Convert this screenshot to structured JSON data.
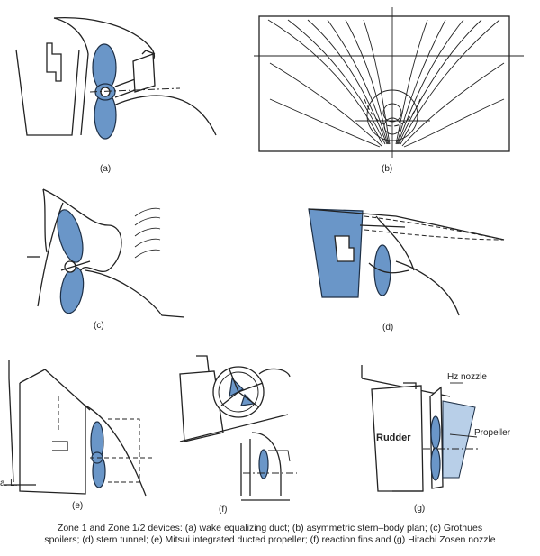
{
  "figure": {
    "panels": [
      {
        "id": "a",
        "label": "(a)"
      },
      {
        "id": "b",
        "label": "(b)"
      },
      {
        "id": "c",
        "label": "(c)"
      },
      {
        "id": "d",
        "label": "(d)"
      },
      {
        "id": "e",
        "label": "(e)"
      },
      {
        "id": "f",
        "label": "(f)"
      },
      {
        "id": "g",
        "label": "(g)"
      }
    ],
    "annotations": {
      "hz_nozzle": "Hz nozzle",
      "propeller": "Propeller",
      "rudder": "Rudder",
      "al": "a. L."
    },
    "caption": {
      "line1": "Zone 1 and Zone 1/2 devices: (a) wake equalizing duct; (b) asymmetric stern–body plan; (c) Grothues",
      "line2": "spoilers; (d) stern tunnel; (e) Mitsui integrated ducted propeller; (f) reaction fins and (g) Hitachi Zosen nozzle"
    },
    "colors": {
      "propeller_blue": "#6a96c8",
      "outline": "#222222",
      "background": "#ffffff"
    }
  }
}
